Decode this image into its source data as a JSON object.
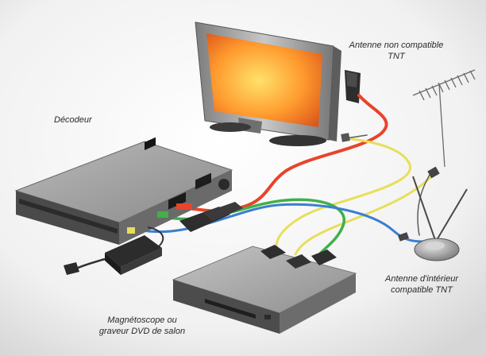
{
  "labels": {
    "decoder": "Décodeur",
    "antenna_outdoor": [
      "Antenne non compatible",
      "TNT"
    ],
    "antenna_indoor": [
      "Antenne d'intérieur",
      "compatible TNT"
    ],
    "recorder": [
      "Magnétoscope ou",
      "graveur DVD de salon"
    ]
  },
  "colors": {
    "cable_red": "#e8442a",
    "cable_yellow": "#e7df5a",
    "cable_green": "#3fb04a",
    "cable_blue": "#3a7fd0",
    "screen": "#ff9a2e",
    "device_gray": "#8f8f8f"
  }
}
